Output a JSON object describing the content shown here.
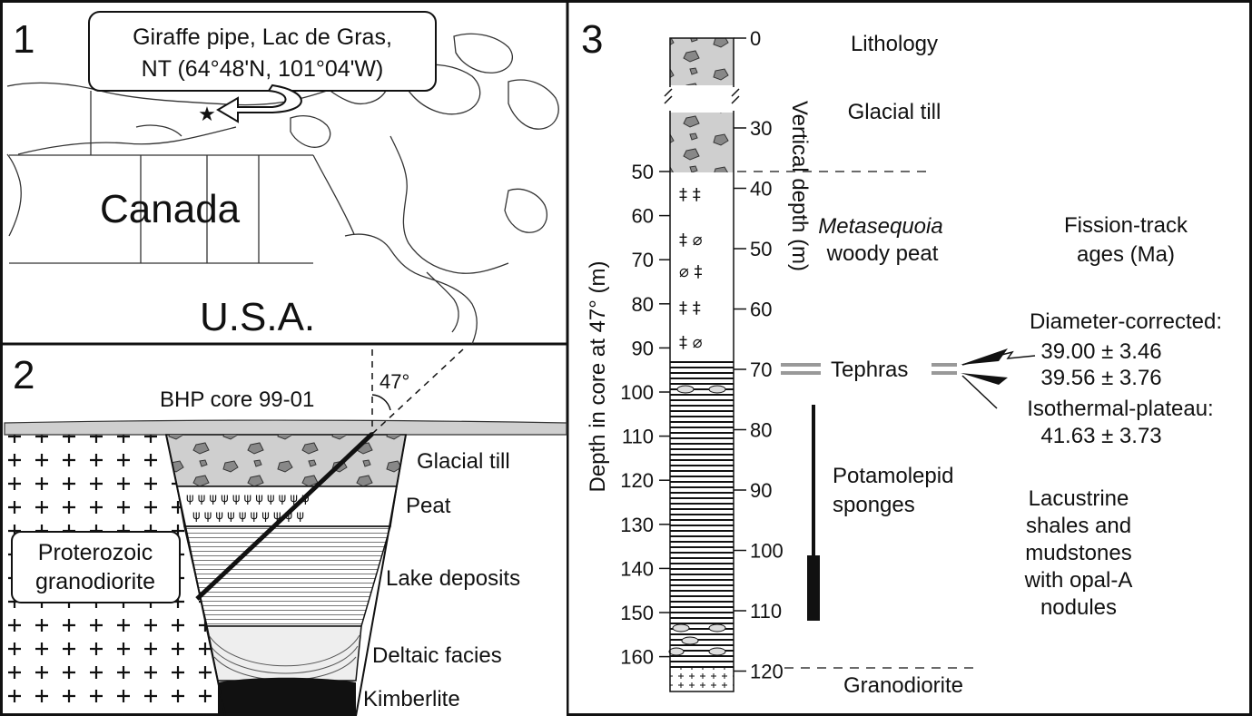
{
  "panel1": {
    "number": "1",
    "location_line1": "Giraffe pipe, Lac de Gras,",
    "location_line2": "NT (64°48'N, 101°04'W)",
    "country_canada": "Canada",
    "country_usa": "U.S.A."
  },
  "panel2": {
    "number": "2",
    "core_label": "BHP core 99-01",
    "angle_label": "47°",
    "rock_line1": "Proterozoic",
    "rock_line2": "granodiorite",
    "units": [
      "Glacial till",
      "Peat",
      "Lake deposits",
      "Deltaic facies",
      "Kimberlite"
    ]
  },
  "panel3": {
    "number": "3",
    "col_header": "Lithology",
    "axis_left": "Depth in core at 47° (m)",
    "axis_right": "Vertical depth (m)",
    "left_ticks": [
      "50",
      "60",
      "70",
      "80",
      "90",
      "100",
      "110",
      "120",
      "130",
      "140",
      "150",
      "160"
    ],
    "right_ticks": [
      "0",
      "30",
      "40",
      "50",
      "60",
      "70",
      "80",
      "90",
      "100",
      "110",
      "120"
    ],
    "units": {
      "glacial_till": "Glacial till",
      "peat_italic": "Metasequoia",
      "peat_rest": "woody peat",
      "tephras": "Tephras",
      "sponges_line1": "Potamolepid",
      "sponges_line2": "sponges",
      "granodiorite": "Granodiorite"
    },
    "ft_header_line1": "Fission-track",
    "ft_header_line2": "ages (Ma)",
    "diam_label": "Diameter-corrected:",
    "diam_age1": "39.00 ± 3.46",
    "diam_age2": "39.56 ± 3.76",
    "iso_label": "Isothermal-plateau:",
    "iso_age": "41.63 ± 3.73",
    "lacustrine": [
      "Lacustrine",
      "shales and",
      "mudstones",
      "with opal-A",
      "nodules"
    ]
  }
}
